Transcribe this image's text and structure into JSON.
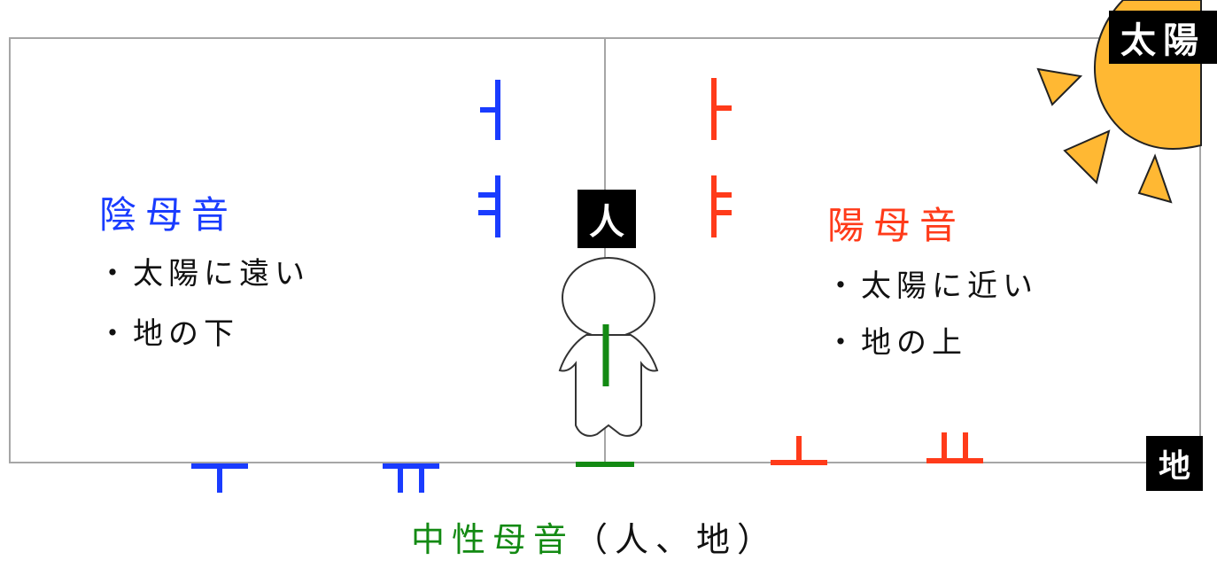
{
  "labels": {
    "sun": "太陽",
    "earth": "地",
    "person": "人"
  },
  "yin": {
    "title": "陰母音",
    "bullets": [
      "・太陽に遠い",
      "・地の下"
    ]
  },
  "yang": {
    "title": "陽母音",
    "bullets": [
      "・太陽に近い",
      "・地の上"
    ]
  },
  "neutral": {
    "title": "中性母音",
    "subtitle": "（人、地）"
  },
  "vowels": {
    "yin": [
      "ㅓ",
      "ㅕ",
      "ㅜ",
      "ㅠ"
    ],
    "yang": [
      "ㅏ",
      "ㅑ",
      "ㅗ",
      "ㅛ"
    ],
    "neutral": [
      "ㅣ",
      "ㅡ"
    ]
  },
  "colors": {
    "yin": "#1a3cff",
    "yang": "#ff3b1a",
    "neutral": "#138a13",
    "sun": "#ffb833",
    "frame": "#a6a6a6"
  }
}
